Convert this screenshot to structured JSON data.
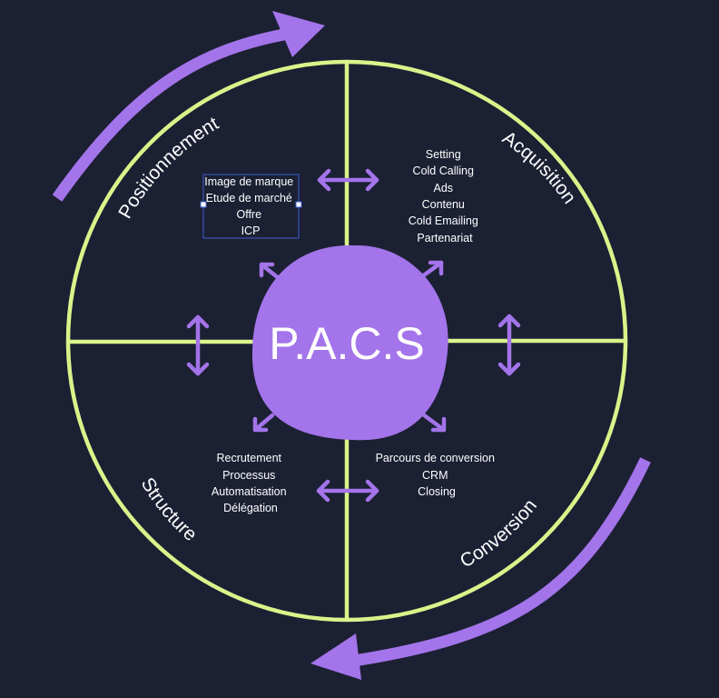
{
  "center_label": "P.A.C.S",
  "quadrants": {
    "positionnement": {
      "title": "Positionnement",
      "items": [
        "Image de marque",
        "Etude de marché",
        "Offre",
        "ICP"
      ]
    },
    "acquisition": {
      "title": "Acquisition",
      "items": [
        "Setting",
        "Cold Calling",
        "Ads",
        "Contenu",
        "Cold Emailing",
        "Partenariat"
      ]
    },
    "conversion": {
      "title": "Conversion",
      "items": [
        "Parcours de conversion",
        "CRM",
        "Closing"
      ]
    },
    "structure": {
      "title": "Structure",
      "items": [
        "Recrutement",
        "Processus",
        "Automatisation",
        "Délégation"
      ]
    }
  },
  "colors": {
    "background": "#1b2033",
    "ring": "#dcf28a",
    "accent": "#a374ea",
    "text": "#ffffff",
    "selection_box": "#3f5fcf"
  }
}
